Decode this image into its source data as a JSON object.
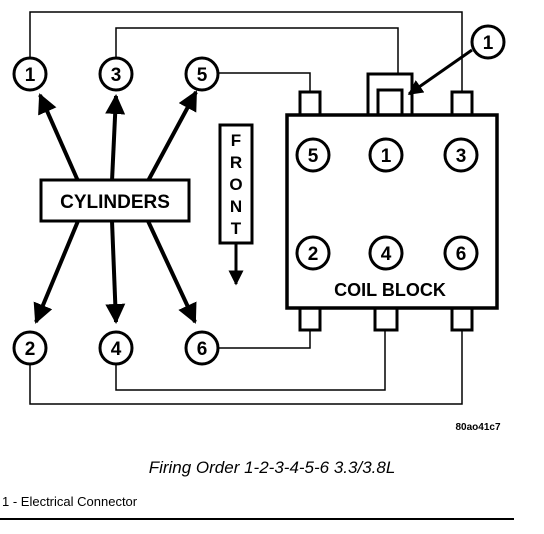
{
  "cylinders_label": "CYLINDERS",
  "front_letters": [
    "F",
    "R",
    "O",
    "N",
    "T"
  ],
  "coil_block_label": "COIL BLOCK",
  "cylinder_numbers": {
    "top": [
      "1",
      "3",
      "5"
    ],
    "bottom": [
      "2",
      "4",
      "6"
    ]
  },
  "coil_towers": {
    "top": [
      "5",
      "1",
      "3"
    ],
    "bottom": [
      "2",
      "4",
      "6"
    ]
  },
  "callout_number": "1",
  "figure_code": "80ao41c7",
  "caption": "Firing Order 1-2-3-4-5-6 3.3/3.8L",
  "legend": "1 - Electrical Connector"
}
